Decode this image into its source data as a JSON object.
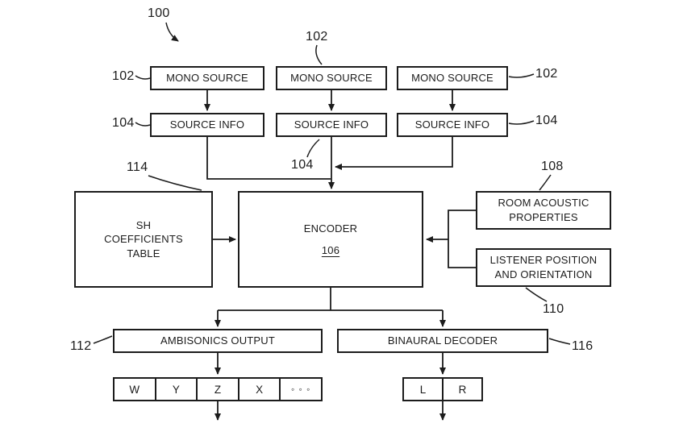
{
  "figure": {
    "refs": {
      "fig": "100",
      "mono_left": "102",
      "mono_mid": "102",
      "mono_right": "102",
      "info_left": "104",
      "info_mid": "104",
      "info_right": "104",
      "sh_table": "114",
      "encoder": "106",
      "room": "108",
      "listener": "110",
      "ambisonics": "112",
      "binaural": "116"
    },
    "boxes": {
      "mono_source": "MONO SOURCE",
      "source_info": "SOURCE INFO",
      "sh_table": "SH\nCOEFFICIENTS\nTABLE",
      "encoder": "ENCODER",
      "room": "ROOM ACOUSTIC\nPROPERTIES",
      "listener": "LISTENER POSITION\nAND ORIENTATION",
      "ambisonics": "AMBISONICS OUTPUT",
      "binaural": "BINAURAL DECODER"
    },
    "channels": {
      "ambisonics": [
        "W",
        "Y",
        "Z",
        "X",
        "◦ ◦ ◦"
      ],
      "binaural": [
        "L",
        "R"
      ]
    },
    "colors": {
      "line": "#1c1c1c",
      "background": "#ffffff"
    }
  }
}
